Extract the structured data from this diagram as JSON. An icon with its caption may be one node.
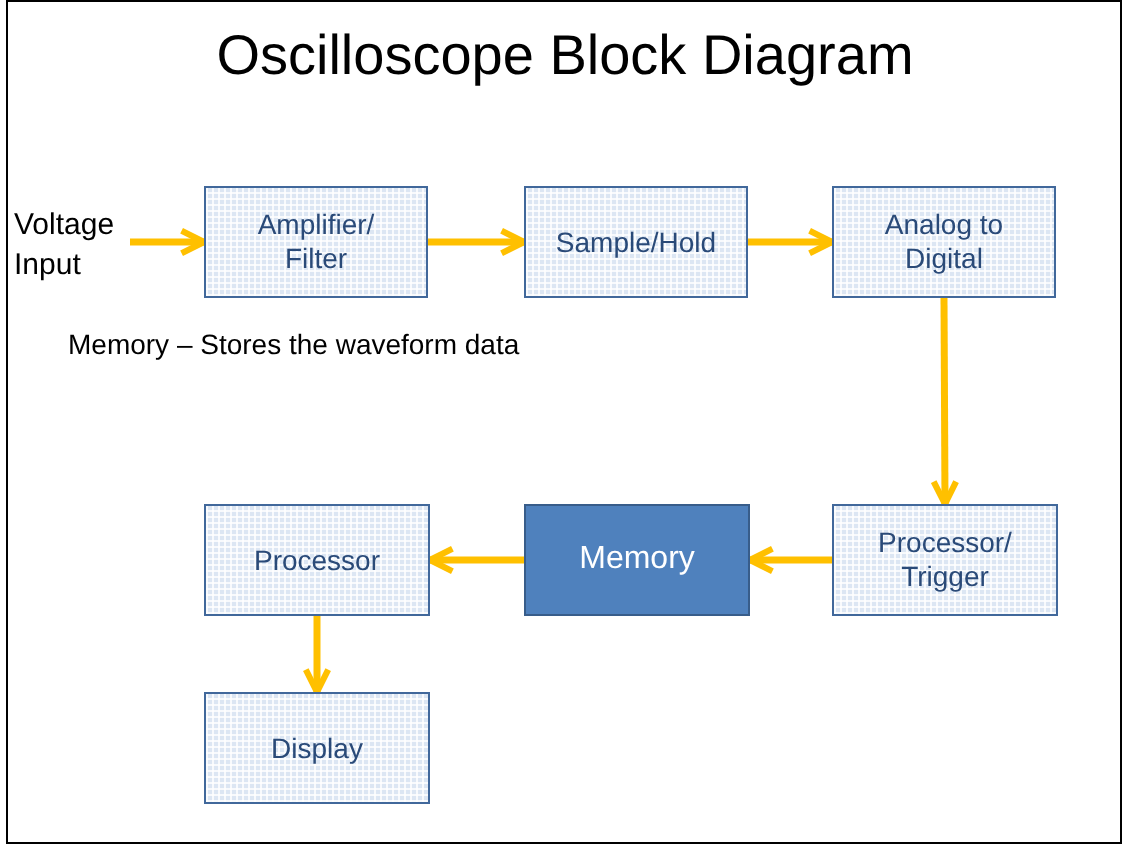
{
  "diagram": {
    "title": "Oscilloscope Block Diagram",
    "nodes": [
      {
        "text": [
          "Voltage Input"
        ]
      },
      {
        "text": [
          "Amplifier/ Filter"
        ]
      },
      {
        "text": [
          "Sample/Hold"
        ]
      },
      {
        "text": [
          "Analog to Digital"
        ]
      },
      {
        "text": [
          "Processor/ Trigger"
        ]
      },
      {
        "text": [
          "Memory"
        ]
      },
      {
        "text": [
          "Processor"
        ]
      },
      {
        "text": [
          "Display"
        ]
      }
    ],
    "edges": [
      {
        "from": 0,
        "to": 1,
        "arrow": "to"
      },
      {
        "from": 1,
        "to": 2,
        "arrow": "to"
      },
      {
        "from": 2,
        "to": 3,
        "arrow": "to"
      },
      {
        "from": 3,
        "to": 4,
        "arrow": "to"
      },
      {
        "from": 4,
        "to": 5,
        "arrow": "to"
      },
      {
        "from": 5,
        "to": 6,
        "arrow": "to"
      },
      {
        "from": 6,
        "to": 7,
        "arrow": "to"
      }
    ],
    "labels": [
      "Memory – Stores the waveform data"
    ]
  }
}
